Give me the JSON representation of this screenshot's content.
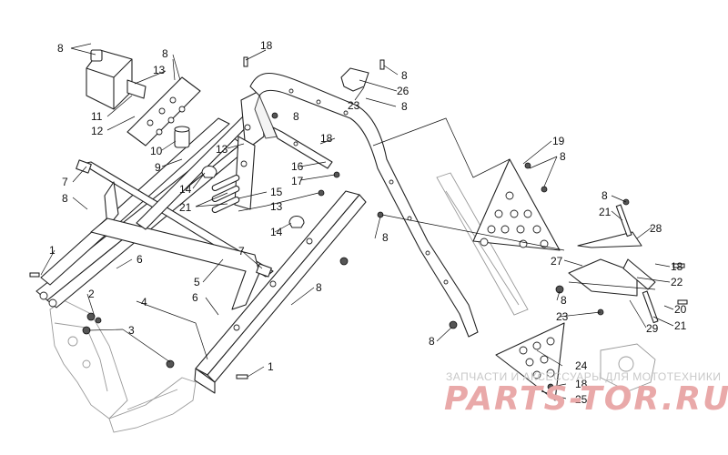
{
  "diagram": {
    "callouts": [
      {
        "id": "c8a",
        "text": "8"
      },
      {
        "id": "c13a",
        "text": "13"
      },
      {
        "id": "c8b",
        "text": "8"
      },
      {
        "id": "c18a",
        "text": "18"
      },
      {
        "id": "c8c",
        "text": "8"
      },
      {
        "id": "c26",
        "text": "26"
      },
      {
        "id": "c23a",
        "text": "23"
      },
      {
        "id": "c8d",
        "text": "8"
      },
      {
        "id": "c11",
        "text": "11"
      },
      {
        "id": "c12",
        "text": "12"
      },
      {
        "id": "c8e",
        "text": "8"
      },
      {
        "id": "c10",
        "text": "10"
      },
      {
        "id": "c9",
        "text": "9"
      },
      {
        "id": "c13b",
        "text": "13"
      },
      {
        "id": "c18b",
        "text": "18"
      },
      {
        "id": "c16",
        "text": "16"
      },
      {
        "id": "c17",
        "text": "17"
      },
      {
        "id": "c19",
        "text": "19"
      },
      {
        "id": "c8f",
        "text": "8"
      },
      {
        "id": "c7a",
        "text": "7"
      },
      {
        "id": "c8g",
        "text": "8"
      },
      {
        "id": "c14a",
        "text": "14"
      },
      {
        "id": "c21a",
        "text": "21"
      },
      {
        "id": "c15",
        "text": "15"
      },
      {
        "id": "c13c",
        "text": "13"
      },
      {
        "id": "c8h",
        "text": "8"
      },
      {
        "id": "c21b",
        "text": "21"
      },
      {
        "id": "c14b",
        "text": "14"
      },
      {
        "id": "c28",
        "text": "28"
      },
      {
        "id": "c8i",
        "text": "8"
      },
      {
        "id": "c1a",
        "text": "1"
      },
      {
        "id": "c6a",
        "text": "6"
      },
      {
        "id": "c7b",
        "text": "7"
      },
      {
        "id": "c27",
        "text": "27"
      },
      {
        "id": "c18c",
        "text": "18"
      },
      {
        "id": "c5",
        "text": "5"
      },
      {
        "id": "c22",
        "text": "22"
      },
      {
        "id": "c2",
        "text": "2"
      },
      {
        "id": "c6b",
        "text": "6"
      },
      {
        "id": "c8j",
        "text": "8"
      },
      {
        "id": "c8k",
        "text": "8"
      },
      {
        "id": "c20",
        "text": "20"
      },
      {
        "id": "c4",
        "text": "4"
      },
      {
        "id": "c23b",
        "text": "23"
      },
      {
        "id": "c21c",
        "text": "21"
      },
      {
        "id": "c3",
        "text": "3"
      },
      {
        "id": "c29",
        "text": "29"
      },
      {
        "id": "c8l",
        "text": "8"
      },
      {
        "id": "c1b",
        "text": "1"
      },
      {
        "id": "c24",
        "text": "24"
      },
      {
        "id": "c18d",
        "text": "18"
      },
      {
        "id": "c25",
        "text": "25"
      }
    ]
  },
  "watermark": {
    "tagline": "ЗАПЧАСТИ И АКСЕССУАРЫ ДЛЯ МОТОТЕХНИКИ",
    "brand": "PARTS-TOR.RU"
  }
}
